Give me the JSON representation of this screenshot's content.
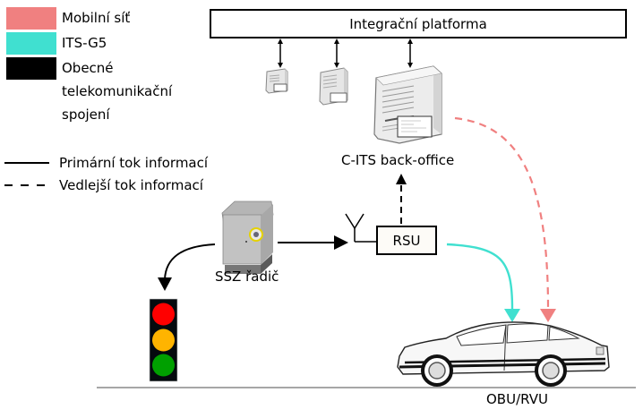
{
  "legend": {
    "colors": [
      {
        "label": "Mobilní síť",
        "color": "#f08080"
      },
      {
        "label": "ITS-G5",
        "color": "#40e0d0"
      },
      {
        "label_lines": [
          "Obecné",
          "telekomunikační",
          "spojení"
        ],
        "color": "#000000"
      }
    ],
    "lines": [
      {
        "label": "Primární tok informací",
        "style": "solid"
      },
      {
        "label": "Vedlejší tok informací",
        "style": "dashed"
      }
    ]
  },
  "nodes": {
    "platform": "Integrační platforma",
    "back_office": "C-ITS back-office",
    "rsu": "RSU",
    "controller": "SSZ řadič",
    "vehicle": "OBU/RVU"
  },
  "colors": {
    "mobile": "#f08080",
    "its_g5": "#40e0d0",
    "general": "#000000",
    "traffic_red": "#ff0000",
    "traffic_amber": "#ffb400",
    "traffic_green": "#00a000"
  }
}
